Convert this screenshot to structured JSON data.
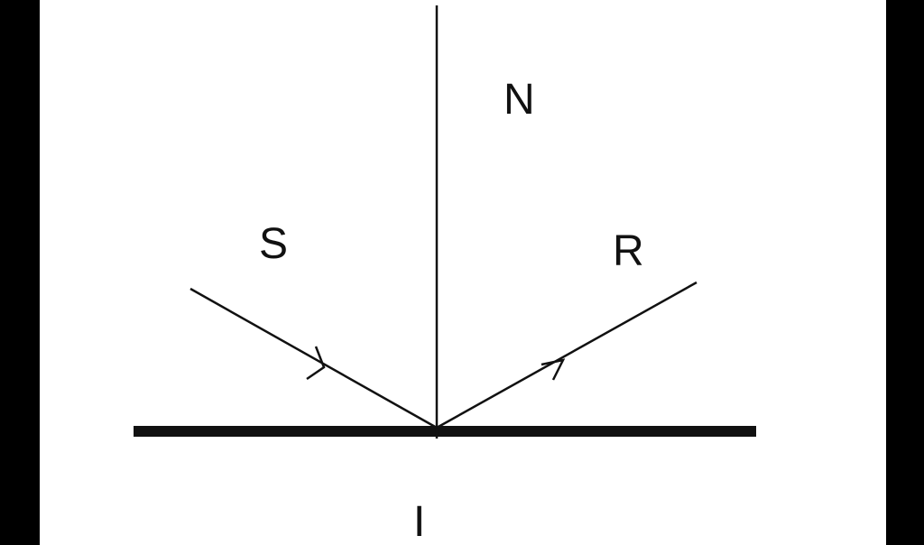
{
  "diagram": {
    "labels": {
      "normal": "N",
      "incident": "S",
      "reflected": "R",
      "point": "I"
    },
    "colors": {
      "background": "#ffffff",
      "border": "#000000",
      "line": "#111111"
    }
  }
}
